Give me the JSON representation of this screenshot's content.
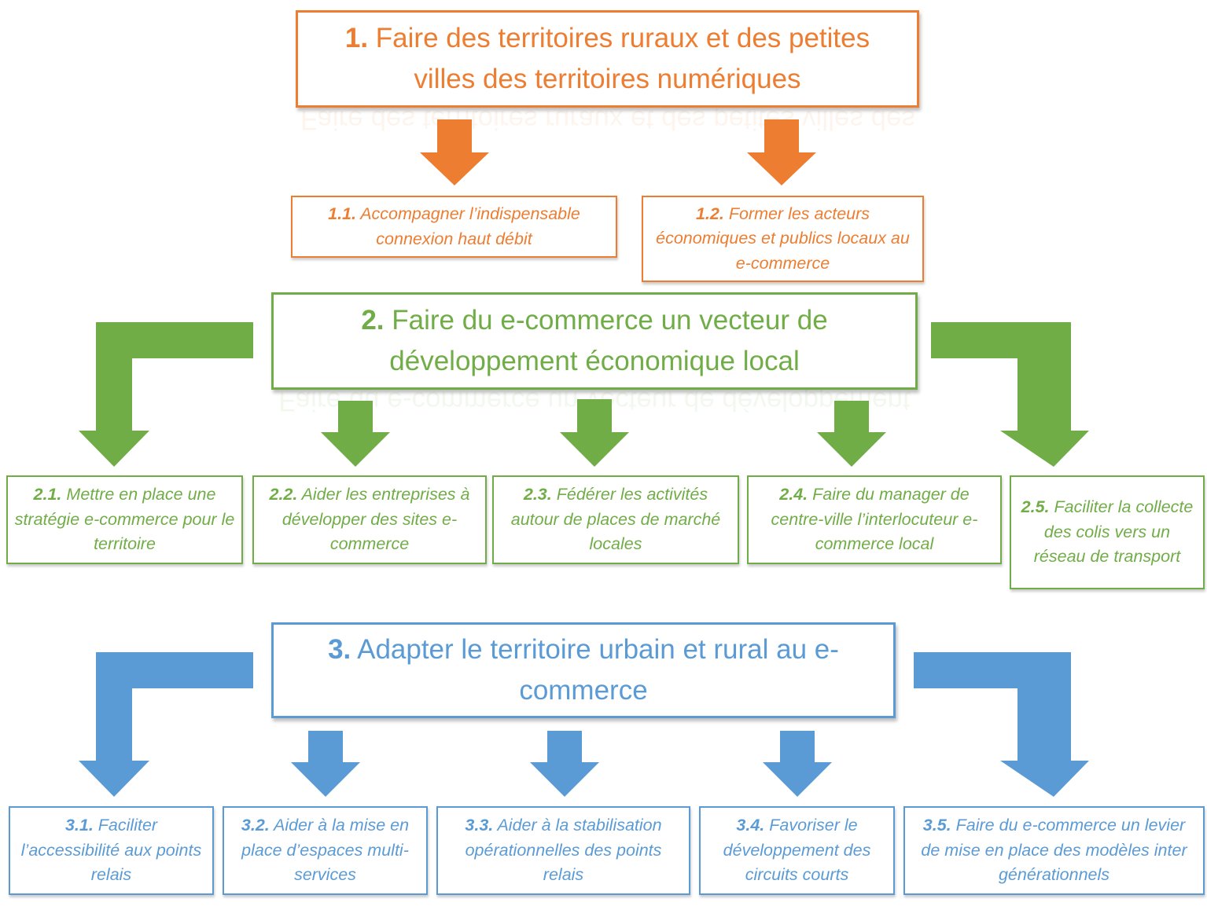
{
  "colors": {
    "orange": "#ED7D31",
    "green": "#70AD47",
    "blue": "#5B9BD5"
  },
  "level1": {
    "main": {
      "num": "1.",
      "text": "Faire des territoires ruraux et des petites villes des territoires numériques"
    },
    "subs": [
      {
        "num": "1.1.",
        "text": "Accompagner l’indispensable connexion haut débit"
      },
      {
        "num": "1.2.",
        "text": "Former les acteurs économiques et publics locaux au e-commerce"
      }
    ]
  },
  "level2": {
    "main": {
      "num": "2.",
      "text": "Faire du e-commerce un vecteur de développement économique local"
    },
    "subs": [
      {
        "num": "2.1.",
        "text": "Mettre en place une stratégie e-commerce pour le territoire"
      },
      {
        "num": "2.2.",
        "text": "Aider les entreprises à développer des sites e-commerce"
      },
      {
        "num": "2.3.",
        "text": "Fédérer les activités autour de places de marché locales"
      },
      {
        "num": "2.4.",
        "text": "Faire du manager de centre-ville l’interlocuteur e-commerce local"
      },
      {
        "num": "2.5.",
        "text": "Faciliter la collecte des colis vers un réseau de transport"
      }
    ]
  },
  "level3": {
    "main": {
      "num": "3.",
      "text": "Adapter le territoire urbain et rural au e-commerce"
    },
    "subs": [
      {
        "num": "3.1.",
        "text": "Faciliter l’accessibilité aux points relais"
      },
      {
        "num": "3.2.",
        "text": "Aider à la mise en place d’espaces multi-services"
      },
      {
        "num": "3.3.",
        "text": "Aider à la stabilisation opérationnelles des points relais"
      },
      {
        "num": "3.4.",
        "text": "Favoriser le développement des circuits courts"
      },
      {
        "num": "3.5.",
        "text": "Faire du e-commerce un levier de mise en place des modèles inter générationnels"
      }
    ]
  }
}
